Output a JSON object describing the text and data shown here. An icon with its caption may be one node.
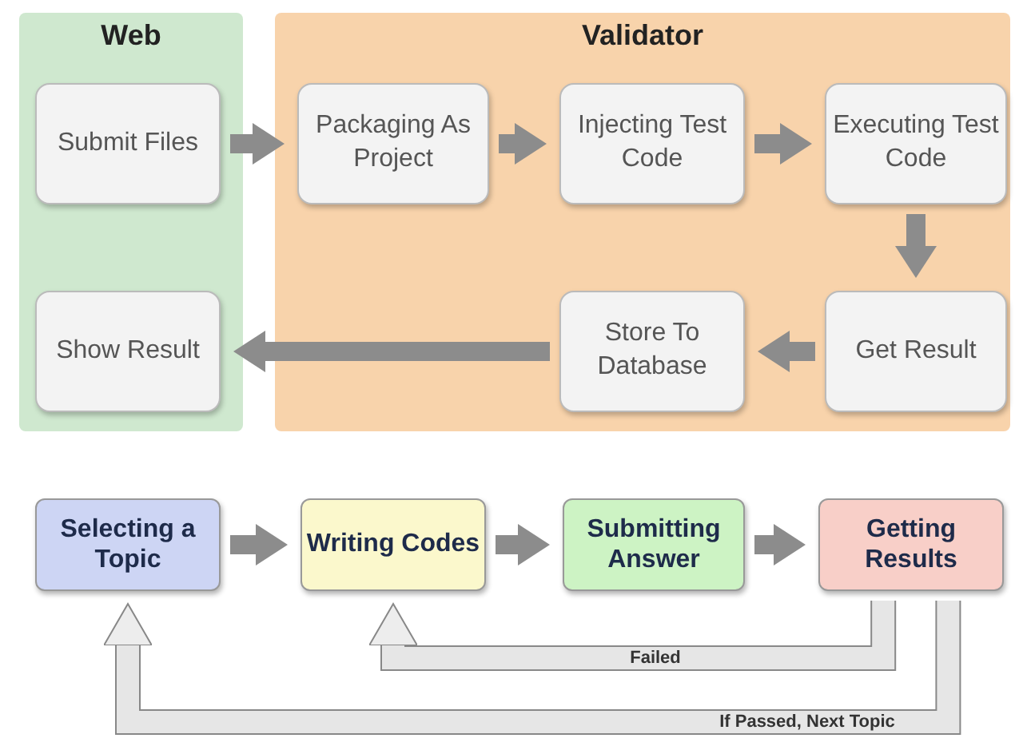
{
  "diagram": {
    "nodes": [
      {
        "text": [
          "Web"
        ]
      },
      {
        "text": [
          "Validator"
        ]
      },
      {
        "text": [
          "Submit Files"
        ],
        "in": 0
      },
      {
        "text": [
          "Packaging As Project"
        ],
        "in": 1
      },
      {
        "text": [
          "Injecting Test Code"
        ],
        "in": 1
      },
      {
        "text": [
          "Executing Test Code"
        ],
        "in": 1
      },
      {
        "text": [
          "Get Result"
        ],
        "in": 1
      },
      {
        "text": [
          "Store To Database"
        ],
        "in": 1
      },
      {
        "text": [
          "Show Result"
        ],
        "in": 0
      },
      {
        "text": [
          "Selecting a Topic"
        ]
      },
      {
        "text": [
          "Writing Codes"
        ]
      },
      {
        "text": [
          "Submitting Answer"
        ]
      },
      {
        "text": [
          "Getting Results"
        ]
      }
    ],
    "edges": [
      {
        "from": 2,
        "to": 3,
        "arrow": "to"
      },
      {
        "from": 3,
        "to": 4,
        "arrow": "to"
      },
      {
        "from": 4,
        "to": 5,
        "arrow": "to"
      },
      {
        "from": 5,
        "to": 6,
        "arrow": "to"
      },
      {
        "from": 6,
        "to": 7,
        "arrow": "to"
      },
      {
        "from": 7,
        "to": 8,
        "arrow": "to"
      },
      {
        "from": 9,
        "to": 10,
        "arrow": "to"
      },
      {
        "from": 10,
        "to": 11,
        "arrow": "to"
      },
      {
        "from": 11,
        "to": 12,
        "arrow": "to"
      },
      {
        "from": 12,
        "to": 10,
        "arrow": "to",
        "label": "Failed"
      },
      {
        "from": 12,
        "to": 9,
        "arrow": "to",
        "label": "If Passed, Next Topic"
      }
    ]
  }
}
